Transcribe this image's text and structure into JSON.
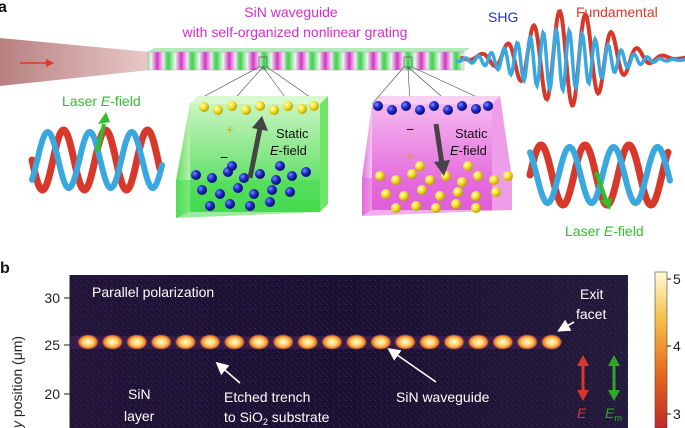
{
  "panel_a": {
    "letter": "a",
    "waveguide_title_line1": "SiN waveguide",
    "waveguide_title_line2": "with self-organized nonlinear grating",
    "shg_label": "SHG",
    "fundamental_label": "Fundamental",
    "laser_field_left": {
      "prefix": "Laser ",
      "italic": "E",
      "suffix": "-field"
    },
    "laser_field_right": {
      "prefix": "Laser ",
      "italic": "E",
      "suffix": "-field"
    },
    "static_field_left": {
      "line1": "Static",
      "italic": "E",
      "suffix": "-field"
    },
    "static_field_right": {
      "line1": "Static",
      "italic": "E",
      "suffix": "-field"
    },
    "plus_sign": "+",
    "minus_sign": "−"
  },
  "panel_b": {
    "letter": "b",
    "y_axis_label": {
      "italic": "y",
      "rest": " position (μm)"
    },
    "y_ticks": [
      "30",
      "25",
      "20"
    ],
    "colorbar_ticks": [
      "5",
      "4",
      "3"
    ],
    "polarization_label": "Parallel polarization",
    "exit_facet_line1": "Exit",
    "exit_facet_line2": "facet",
    "sin_layer_line1": "SiN",
    "sin_layer_line2": "layer",
    "trench_line1": "Etched trench",
    "trench_line2_prefix": "to SiO",
    "trench_line2_sub": "2",
    "trench_line2_suffix": " substrate",
    "waveguide_label": "SiN waveguide",
    "e_label": "E",
    "em_label_main": "E",
    "em_label_sub": "m"
  },
  "colors": {
    "shg_blue": "#1e2fd0",
    "fundamental_red": "#d8382a",
    "magenta_title": "#d62dc8",
    "green_label": "#2fbf2a",
    "dark_bg": "#1c1230",
    "spot_core": "#fff3b0"
  }
}
